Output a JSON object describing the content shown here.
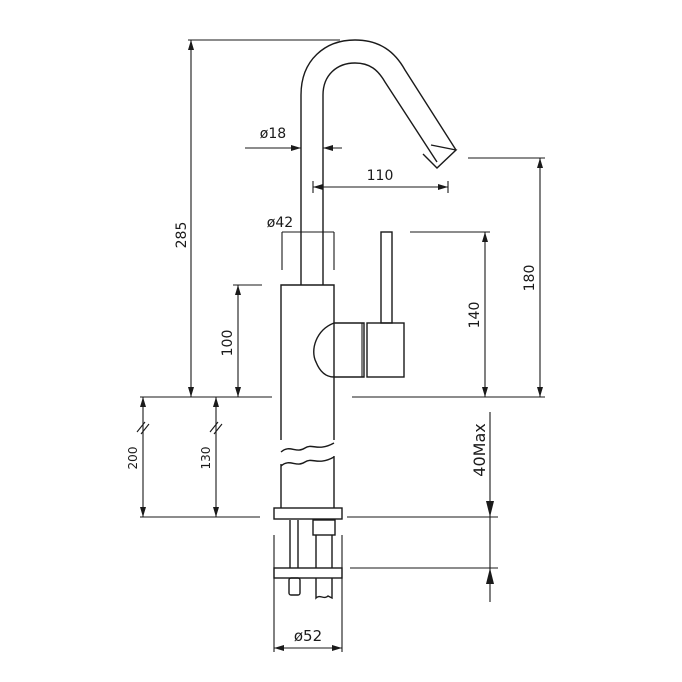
{
  "title": "Basin mixer dimension drawing",
  "dimensions": {
    "overall_height": "285",
    "spout_diameter": "ø18",
    "spout_reach": "110",
    "body_diameter": "ø42",
    "body_height": "100",
    "lever_height": "140",
    "spout_outlet_height": "180",
    "hose_length": "200",
    "shank_length": "130",
    "max_deck_thickness": "40Max",
    "base_diameter": "ø52"
  },
  "colors": {
    "line": "#1a1a1a",
    "background": "#ffffff"
  }
}
